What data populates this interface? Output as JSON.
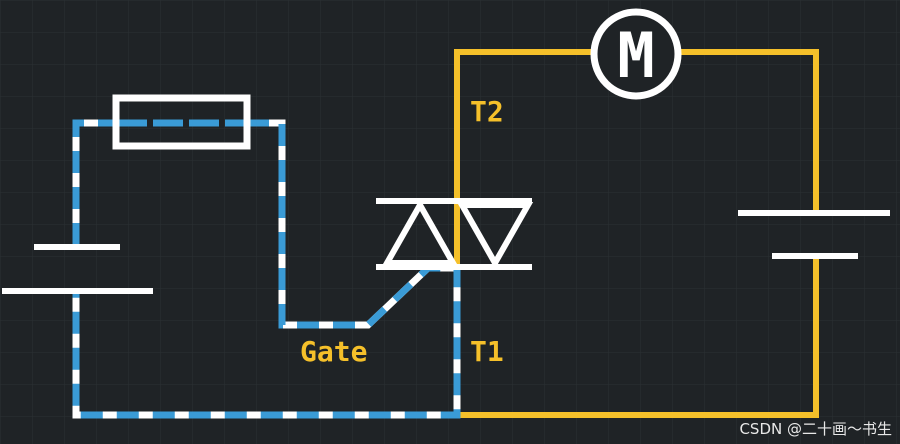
{
  "labels": {
    "t2": "T2",
    "t1": "T1",
    "gate": "Gate",
    "motor": "M",
    "watermark": "CSDN @二十画～书生"
  },
  "colors": {
    "background": "#1f2326",
    "grid": "#2b3034",
    "main_circuit": "#f5c02a",
    "gate_wire": "#ffffff",
    "gate_current": "#3a9bd6",
    "label": "#f5c02a",
    "components": "#ffffff",
    "watermark": "#e8e8e8"
  },
  "icons": {
    "motor": "motor-circle-icon",
    "triac": "triac-symbol-icon",
    "resistor": "resistor-icon",
    "battery": "battery-icon"
  }
}
